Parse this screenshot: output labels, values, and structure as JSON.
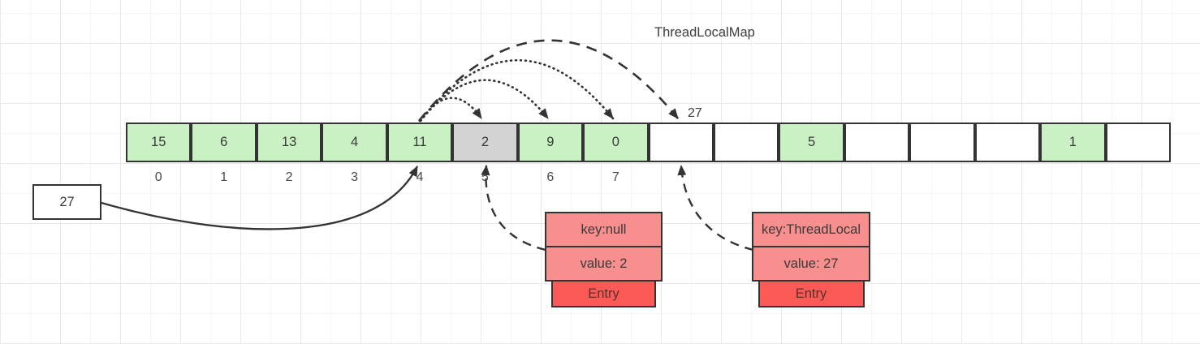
{
  "title": "ThreadLocalMap",
  "colors": {
    "stroke": "#333333",
    "cell_filled": "#c9f1c3",
    "cell_stale": "#d3d3d3",
    "cell_empty": "#ffffff",
    "entry_row_bg": "#f68f8d",
    "entry_footer_bg": "#fb5a57"
  },
  "array": {
    "cells": [
      {
        "index": 0,
        "value": "15",
        "state": "filled"
      },
      {
        "index": 1,
        "value": "6",
        "state": "filled"
      },
      {
        "index": 2,
        "value": "13",
        "state": "filled"
      },
      {
        "index": 3,
        "value": "4",
        "state": "filled"
      },
      {
        "index": 4,
        "value": "11",
        "state": "filled"
      },
      {
        "index": 5,
        "value": "2",
        "state": "stale"
      },
      {
        "index": 6,
        "value": "9",
        "state": "filled"
      },
      {
        "index": 7,
        "value": "0",
        "state": "filled"
      },
      {
        "index": 8,
        "value": "",
        "state": "empty"
      },
      {
        "index": 9,
        "value": "",
        "state": "empty"
      },
      {
        "index": 10,
        "value": "5",
        "state": "filled"
      },
      {
        "index": 11,
        "value": "",
        "state": "empty"
      },
      {
        "index": 12,
        "value": "",
        "state": "empty"
      },
      {
        "index": 13,
        "value": "",
        "state": "empty"
      },
      {
        "index": 14,
        "value": "1",
        "state": "filled"
      },
      {
        "index": 15,
        "value": "",
        "state": "empty"
      }
    ],
    "index_labels": [
      "0",
      "1",
      "2",
      "3",
      "4",
      "5",
      "6",
      "7"
    ]
  },
  "incoming_value_box": {
    "value": "27"
  },
  "probe_target_label": "27",
  "entries": [
    {
      "key": "key:null",
      "value": "value: 2",
      "footer": "Entry"
    },
    {
      "key": "key:ThreadLocal",
      "value": "value: 27",
      "footer": "Entry"
    }
  ]
}
